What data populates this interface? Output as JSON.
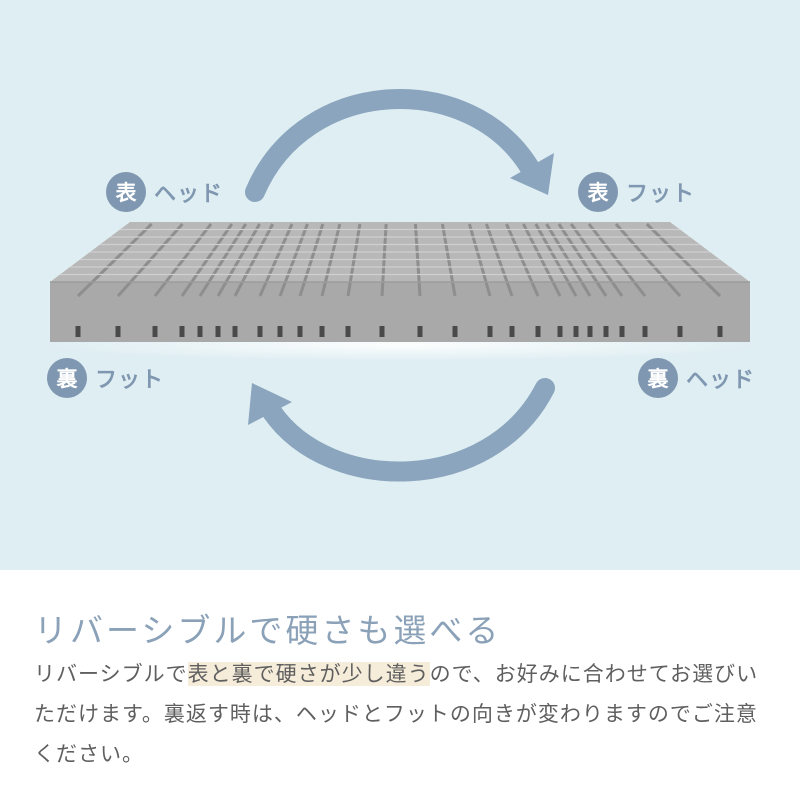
{
  "hero": {
    "labels": {
      "top_left": {
        "badge": "表",
        "text": "ヘッド"
      },
      "top_right": {
        "badge": "表",
        "text": "フット"
      },
      "bottom_left": {
        "badge": "裏",
        "text": "フット"
      },
      "bottom_right": {
        "badge": "裏",
        "text": "ヘッド"
      }
    }
  },
  "heading": "リバーシブルで硬さも選べる",
  "body": {
    "part1": "リバーシブルで",
    "highlight": "表と裏で硬さが少し違う",
    "part2": "ので、お好みに合わせてお選びいただけます。裏返す時は、ヘッドとフットの向きが変わりますのでご注意ください。"
  },
  "colors": {
    "hero_bg": "#dfeef3",
    "accent": "#7f97b0",
    "arrow": "#8aa5bd",
    "mattress_top": "#b5b5b5",
    "mattress_front": "#aaaaaa",
    "highlight_bg": "#f6ecda"
  }
}
